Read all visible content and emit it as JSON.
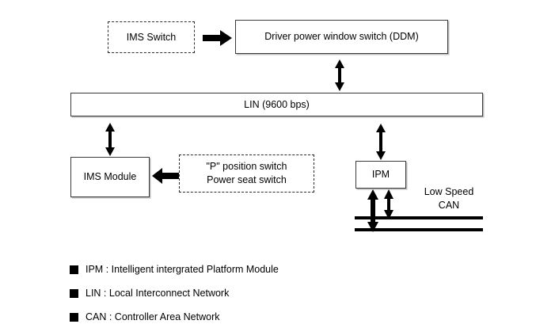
{
  "diagram": {
    "title": "LIN / CAN network block diagram",
    "nodes": {
      "ims_switch": {
        "label": "IMS Switch",
        "style": "dashed"
      },
      "ddm_switch": {
        "label": "Driver power window switch (DDM)",
        "style": "solid"
      },
      "lin_bus": {
        "label": "LIN (9600 bps)",
        "style": "solid"
      },
      "ims_module": {
        "label": "IMS Module",
        "style": "solid"
      },
      "position_switch": {
        "line1": "\"P\" position switch",
        "line2": "Power seat switch",
        "style": "dashed"
      },
      "ipm": {
        "label": "IPM",
        "style": "solid"
      }
    },
    "labels": {
      "low_speed_can_line1": "Low Speed",
      "low_speed_can_line2": "CAN"
    },
    "connectors": [
      {
        "name": "ims-switch-to-ddm",
        "kind": "single-arrow-right"
      },
      {
        "name": "ddm-to-lin",
        "kind": "double-arrow-vertical"
      },
      {
        "name": "lin-to-ims-module",
        "kind": "double-arrow-vertical"
      },
      {
        "name": "lin-to-ipm",
        "kind": "double-arrow-vertical"
      },
      {
        "name": "position-switch-to-ims-module",
        "kind": "single-arrow-left"
      },
      {
        "name": "ipm-to-can-lower",
        "kind": "double-arrow-vertical"
      },
      {
        "name": "ipm-to-can-upper",
        "kind": "double-arrow-vertical"
      }
    ],
    "can_rails": 2
  },
  "legend": {
    "items": [
      {
        "text": "IPM : Intelligent intergrated Platform Module"
      },
      {
        "text": "LIN : Local Interconnect Network"
      },
      {
        "text": "CAN : Controller Area Network"
      }
    ]
  },
  "colors": {
    "background": "#ffffff",
    "stroke": "#000000",
    "box_border": "#3a3a3a",
    "box_shadow": "#bdbdbd"
  }
}
